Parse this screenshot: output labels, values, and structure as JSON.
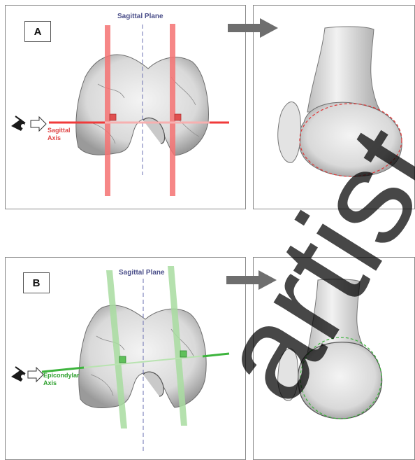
{
  "panel_a": {
    "label": "A",
    "plane_title": "Sagittal Plane",
    "axis_label_line1": "Sagittal",
    "axis_label_line2": "Axis",
    "accent": "#f04848"
  },
  "panel_b": {
    "label": "B",
    "plane_title": "Sagittal Plane",
    "axis_label_line1": "Epicondylar",
    "axis_label_line2": "Axis",
    "accent": "#3cb43c"
  },
  "watermark": {
    "text": "artist"
  }
}
